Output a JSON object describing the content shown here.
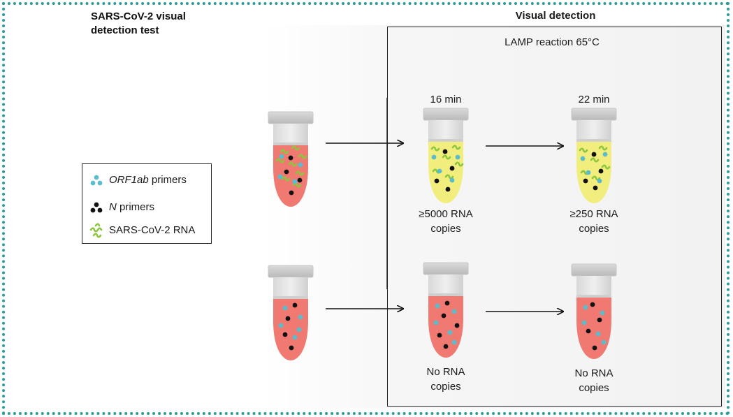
{
  "title": "SARS-CoV-2 visual detection test",
  "detection": {
    "title": "Visual detection",
    "reaction": "LAMP reaction 65°C",
    "time_16": "16 min",
    "time_22": "22 min"
  },
  "results": {
    "pos_16": "≥5000 RNA copies",
    "pos_22": "≥250 RNA copies",
    "neg_16": "No RNA copies",
    "neg_22": "No RNA copies"
  },
  "legend": {
    "orf1ab_italic": "ORF1ab",
    "orf1ab_rest": " primers",
    "n_italic": "N",
    "n_rest": " primers",
    "rna": "SARS-CoV-2 RNA"
  },
  "colors": {
    "frame": "#2a9d9a",
    "sample_pink": "#f07a72",
    "positive_yellow": "#f2ee7d",
    "primer_cyan": "#5bbccb",
    "primer_black": "#111111",
    "rna_green": "#8cc63f"
  },
  "icons": {
    "tube": "microcentrifuge-tube-icon",
    "arrow": "arrow-right-icon"
  }
}
